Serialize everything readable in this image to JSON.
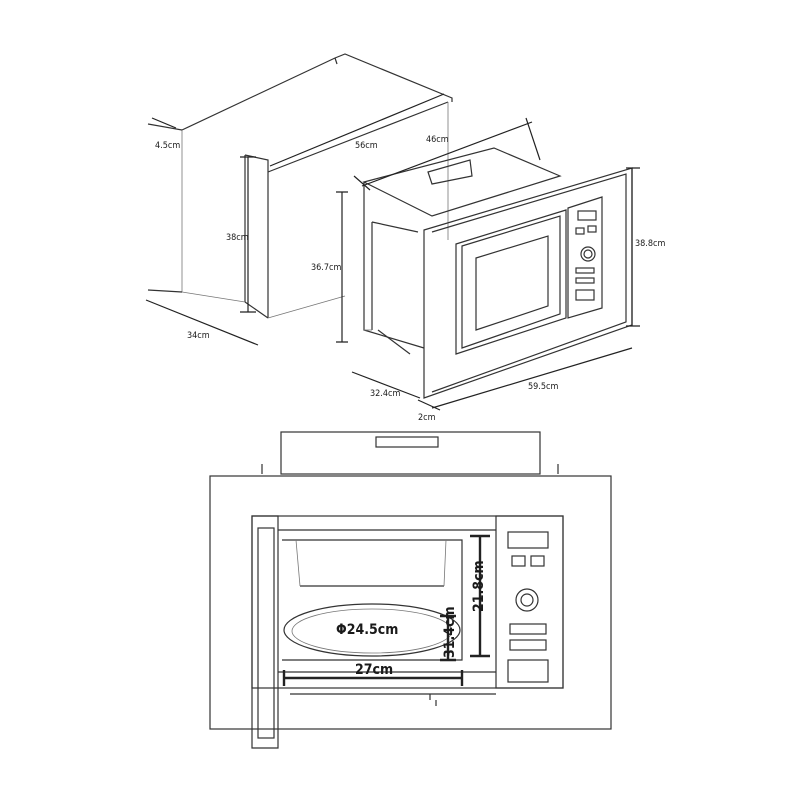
{
  "labels": {
    "top_depth_small": "4.5cm",
    "cabinet_width": "56cm",
    "cabinet_height": "38cm",
    "cabinet_depth": "34cm",
    "oven_depth": "46cm",
    "oven_body_height": "36.7cm",
    "oven_frame_height": "38.8cm",
    "oven_body_depth": "32.4cm",
    "frame_thickness": "2cm",
    "frame_width": "59.5cm",
    "turntable_diameter": "Φ24.5cm",
    "cavity_height": "21.8cm",
    "cavity_depth": "31.4cm",
    "cavity_width": "27cm"
  }
}
